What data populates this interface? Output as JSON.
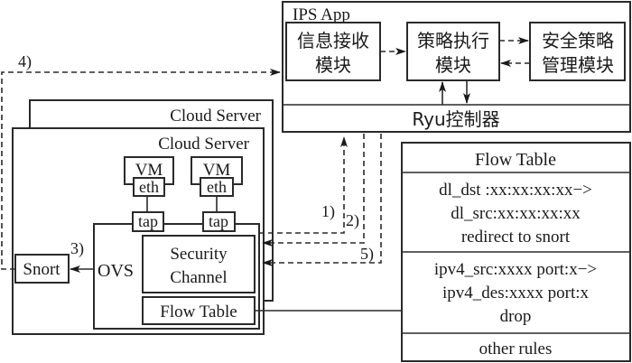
{
  "ips_app": {
    "title": "IPS App",
    "modules": {
      "receive": [
        "信息接收",
        "模块"
      ],
      "execute": [
        "策略执行",
        "模块"
      ],
      "manage": [
        "安全策略",
        "管理模块"
      ]
    },
    "controller": "Ryu控制器"
  },
  "cloud_server": {
    "back_label": "Cloud Server",
    "front_label": "Cloud Server",
    "vms": [
      {
        "vm": "VM",
        "eth": "eth",
        "tap": "tap"
      },
      {
        "vm": "VM",
        "eth": "eth",
        "tap": "tap"
      }
    ],
    "ovs": {
      "label": "OVS",
      "security_channel": [
        "Security",
        "Channel"
      ],
      "flow_table": "Flow Table"
    },
    "snort": "Snort"
  },
  "flow_table_detail": {
    "title": "Flow Table",
    "rules": [
      [
        "dl_dst :xx:xx:xx:xx−>",
        "dl_src:xx:xx:xx:xx",
        "redirect to  snort"
      ],
      [
        "ipv4_src:xxxx port:x−>",
        "ipv4_des:xxxx port:x",
        "drop"
      ],
      [
        "other rules"
      ]
    ]
  },
  "steps": {
    "s1": "1)",
    "s2": "2)",
    "s3": "3)",
    "s4": "4)",
    "s5": "5)"
  }
}
